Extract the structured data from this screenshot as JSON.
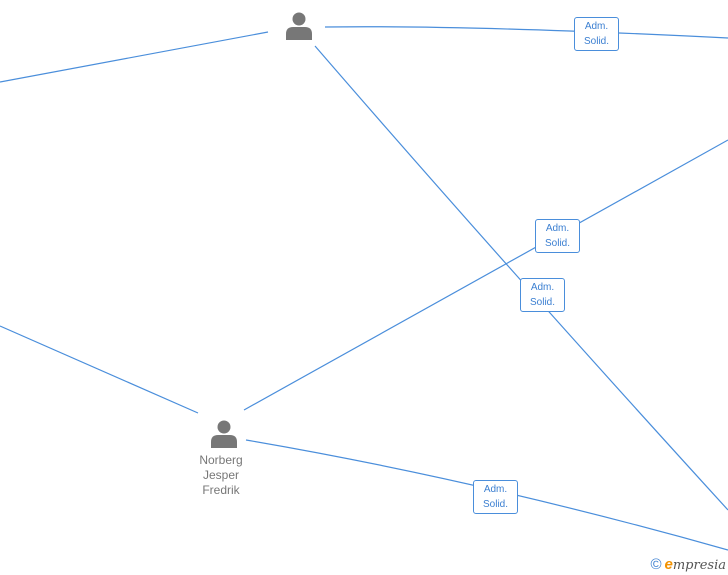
{
  "nodes": {
    "person_top": {
      "name_lines": [],
      "icon": "person-icon"
    },
    "person_norberg": {
      "name_lines": [
        "Norberg",
        "Jesper",
        "Fredrik"
      ],
      "icon": "person-icon"
    }
  },
  "relations": [
    {
      "line1": "Adm.",
      "line2": "Solid."
    },
    {
      "line1": "Adm.",
      "line2": "Solid."
    },
    {
      "line1": "Adm.",
      "line2": "Solid."
    },
    {
      "line1": "Adm.",
      "line2": "Solid."
    }
  ],
  "footer": {
    "copyright_symbol": "©",
    "brand_initial": "e",
    "brand_rest": "mpresia"
  },
  "colors": {
    "edge": "#4a8edb",
    "badge_text": "#3b7fd1",
    "person_icon": "#777777",
    "brand_accent": "#f39200"
  }
}
